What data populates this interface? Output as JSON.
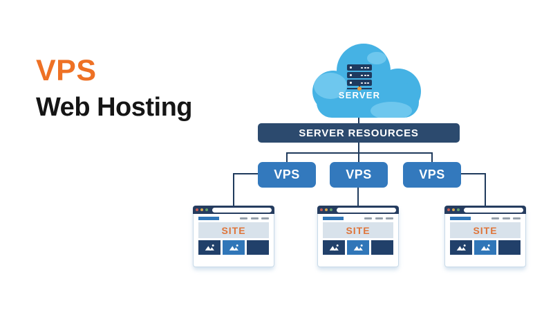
{
  "title": {
    "accent": "VPS",
    "main": "Web Hosting"
  },
  "diagram": {
    "cloud": {
      "server_label": "SERVER"
    },
    "resources_label": "SERVER RESOURCES",
    "vps_nodes": [
      {
        "label": "VPS"
      },
      {
        "label": "VPS"
      },
      {
        "label": "VPS"
      }
    ],
    "sites": [
      {
        "label": "SITE"
      },
      {
        "label": "SITE"
      },
      {
        "label": "SITE"
      }
    ]
  },
  "colors": {
    "accent_orange": "#EE7125",
    "title_black": "#151515",
    "cloud_blue": "#45B2E4",
    "cloud_light": "#7CCDF1",
    "navy_dark": "#1E3A5F",
    "bar_navy": "#2C4A6E",
    "vps_blue": "#3379BD",
    "line_navy": "#1F3A5C",
    "chrome_navy": "#253C5F",
    "dot_red": "#C65B52",
    "dot_yellow": "#D9A84E",
    "dot_green": "#63A06C",
    "site_orange": "#DF7438",
    "banner_gray": "#D8E2EB",
    "thumb_navy": "#21406A",
    "thumb_blue": "#3076B8",
    "text_gray": "#B2BCC6",
    "nav_gray": "#97A1AC",
    "body_border": "#C8DAE8",
    "server_dot_orange": "#E89A3C"
  }
}
